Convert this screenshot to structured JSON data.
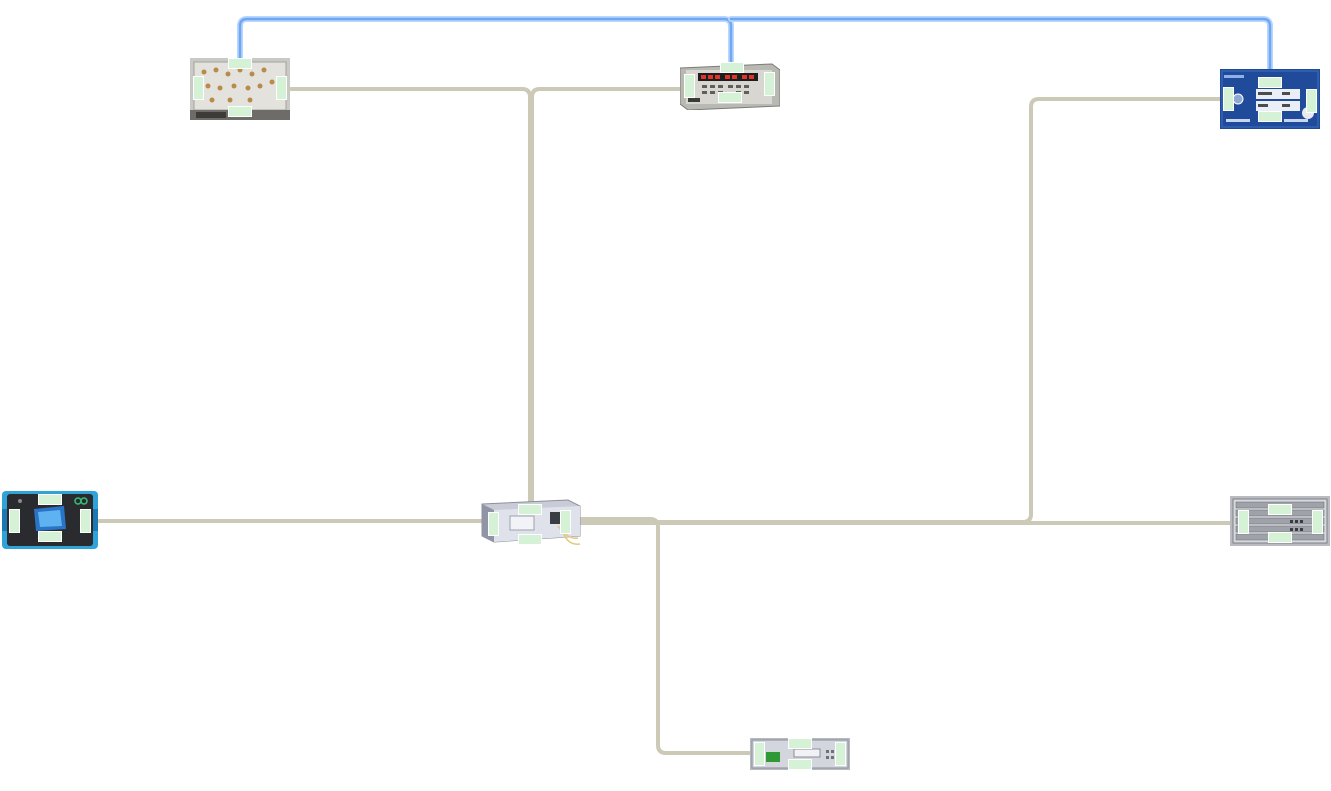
{
  "diagram": {
    "colors": {
      "background": "#ffffff",
      "ethernet_wire": "#ccc9b6",
      "ethernet_wire_outline": "#e6e4d8",
      "management_wire": "#6fa8f0",
      "management_wire_outline": "#b9d6ff",
      "port_marker": "#d6f2d6"
    },
    "devices": [
      {
        "id": "switch-matrix",
        "icon": "rf-switch-matrix-icon"
      },
      {
        "id": "frequency-counter",
        "icon": "frequency-counter-icon"
      },
      {
        "id": "blue-control-unit",
        "icon": "blue-control-unit-icon"
      },
      {
        "id": "handheld-analyzer",
        "icon": "handheld-tester-icon"
      },
      {
        "id": "central-switch",
        "icon": "network-switch-icon"
      },
      {
        "id": "chassis-router",
        "icon": "chassis-router-icon"
      },
      {
        "id": "rack-signal-generator",
        "icon": "rack-instrument-icon"
      }
    ],
    "links": [
      {
        "type": "ethernet",
        "from": "switch-matrix",
        "to": "central-switch"
      },
      {
        "type": "ethernet",
        "from": "frequency-counter",
        "to": "central-switch"
      },
      {
        "type": "ethernet",
        "from": "blue-control-unit",
        "to": "central-switch"
      },
      {
        "type": "ethernet",
        "from": "handheld-analyzer",
        "to": "central-switch"
      },
      {
        "type": "ethernet",
        "from": "central-switch",
        "to": "chassis-router"
      },
      {
        "type": "ethernet",
        "from": "central-switch",
        "to": "rack-signal-generator"
      },
      {
        "type": "management",
        "from": "switch-matrix",
        "to": "frequency-counter"
      },
      {
        "type": "management",
        "from": "frequency-counter",
        "to": "blue-control-unit"
      }
    ]
  }
}
